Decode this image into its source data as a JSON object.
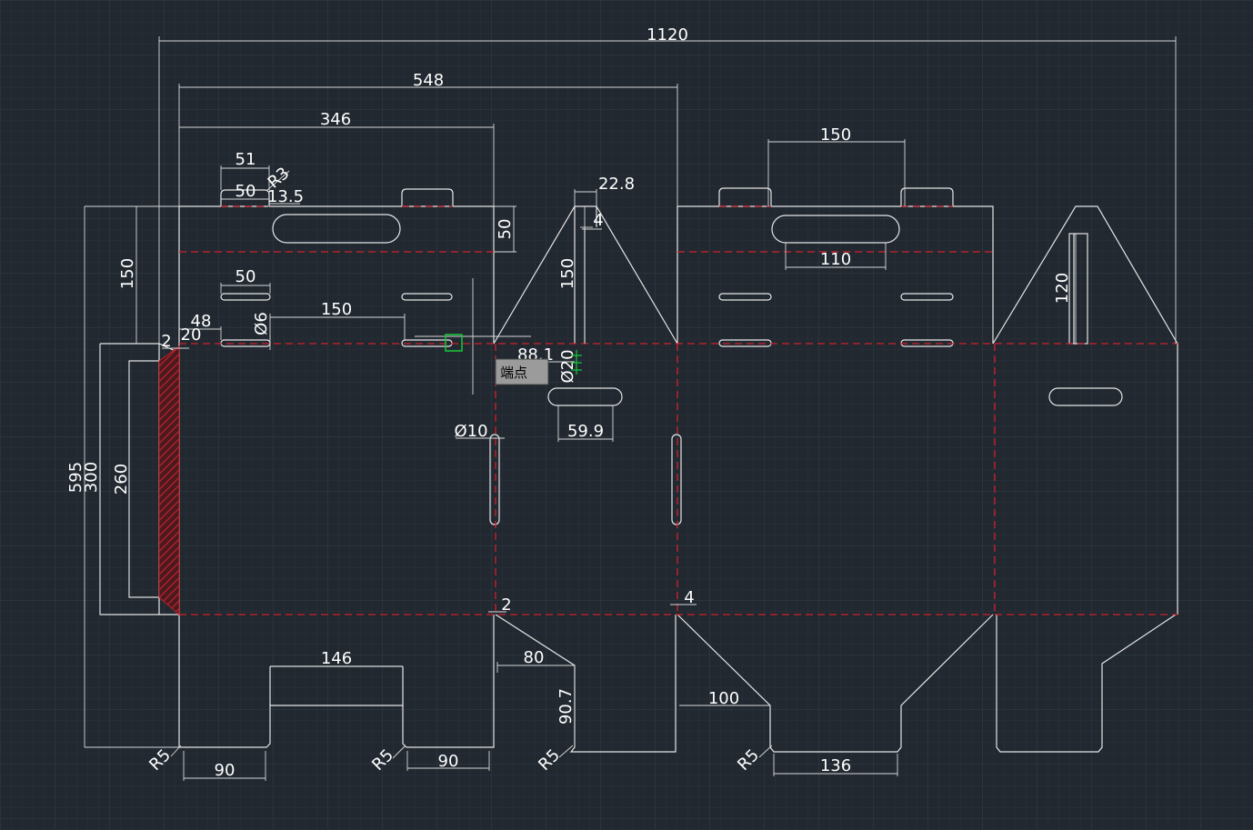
{
  "colors": {
    "background": "#212830",
    "grid_minor": "#2a323c",
    "grid_major": "#343e49",
    "line": "#e6e6e6",
    "fold": "#d0202a",
    "snap": "#17c93a",
    "tooltip_bg": "#9b9b9b",
    "hatch": "#c0202a"
  },
  "dimensions": {
    "overall_width": "1120",
    "width_548": "548",
    "width_346": "346",
    "width_51": "51",
    "radius_r3": "R3",
    "width_50_top": "50",
    "width_13_5": "13.5",
    "height_50": "50",
    "width_22_8": "22.8",
    "offset_4_top": "4",
    "height_150_left": "150",
    "height_150_triangle": "150",
    "width_150_handle": "150",
    "width_110": "110",
    "height_120": "120",
    "width_50_slot": "50",
    "width_150_slot": "150",
    "offset_48": "48",
    "diameter_6": "Ø6",
    "offset_20": "20",
    "offset_2_left": "2",
    "width_88_1": "88.1",
    "diameter_20": "Ø20",
    "width_59_9": "59.9",
    "diameter_10": "Ø10",
    "height_595": "595",
    "height_300": "300",
    "height_260": "260",
    "offset_2_bottom": "2",
    "offset_4_bottom": "4",
    "width_146": "146",
    "width_80": "80",
    "height_90_7": "90.7",
    "width_100": "100",
    "radius_r5_a": "R5",
    "radius_r5_b": "R5",
    "radius_r5_c": "R5",
    "radius_r5_d": "R5",
    "width_90_a": "90",
    "width_90_b": "90",
    "width_136": "136"
  },
  "snap_tooltip": "端点"
}
